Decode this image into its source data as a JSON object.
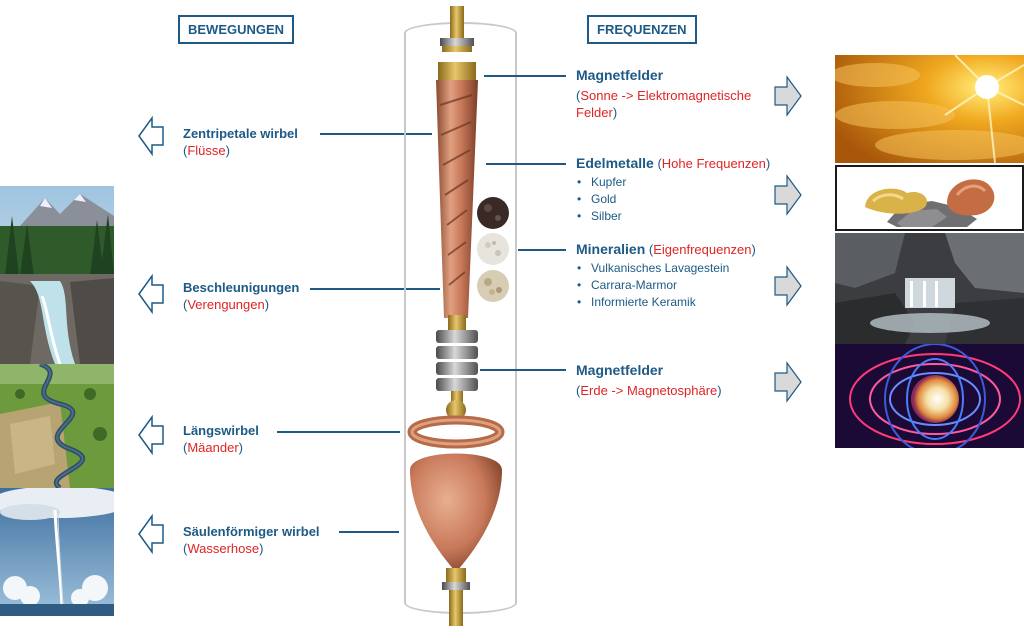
{
  "headers": {
    "left": "BEWEGUNGEN",
    "right": "FREQUENZEN"
  },
  "left_items": [
    {
      "title": "Zentripetale wirbel",
      "sub": "Flüsse"
    },
    {
      "title": "Beschleunigungen",
      "sub": "Verengungen"
    },
    {
      "title": "Längswirbel",
      "sub": "Mäander"
    },
    {
      "title": "Säulenförmiger wirbel",
      "sub": "Wasserhose"
    }
  ],
  "right_items": {
    "magnet_sun": {
      "title": "Magnetfelder",
      "sub": "Sonne -> Elektromagnetische Felder"
    },
    "metals": {
      "title": "Edelmetalle",
      "sub": "Hohe Frequenzen",
      "bullets": [
        "Kupfer",
        "Gold",
        "Silber"
      ]
    },
    "minerals": {
      "title": "Mineralien",
      "sub": "Eigenfrequenzen",
      "bullets": [
        "Vulkanisches Lavagestein",
        "Carrara-Marmor",
        "Informierte Keramik"
      ]
    },
    "magnet_earth": {
      "title": "Magnetfelder",
      "sub": "Erde -> Magnetosphäre"
    }
  },
  "colors": {
    "accent": "#1d5a86",
    "highlight": "#e02424",
    "arrow_fill": "#d9d9d9",
    "copper": "#c8795a"
  }
}
